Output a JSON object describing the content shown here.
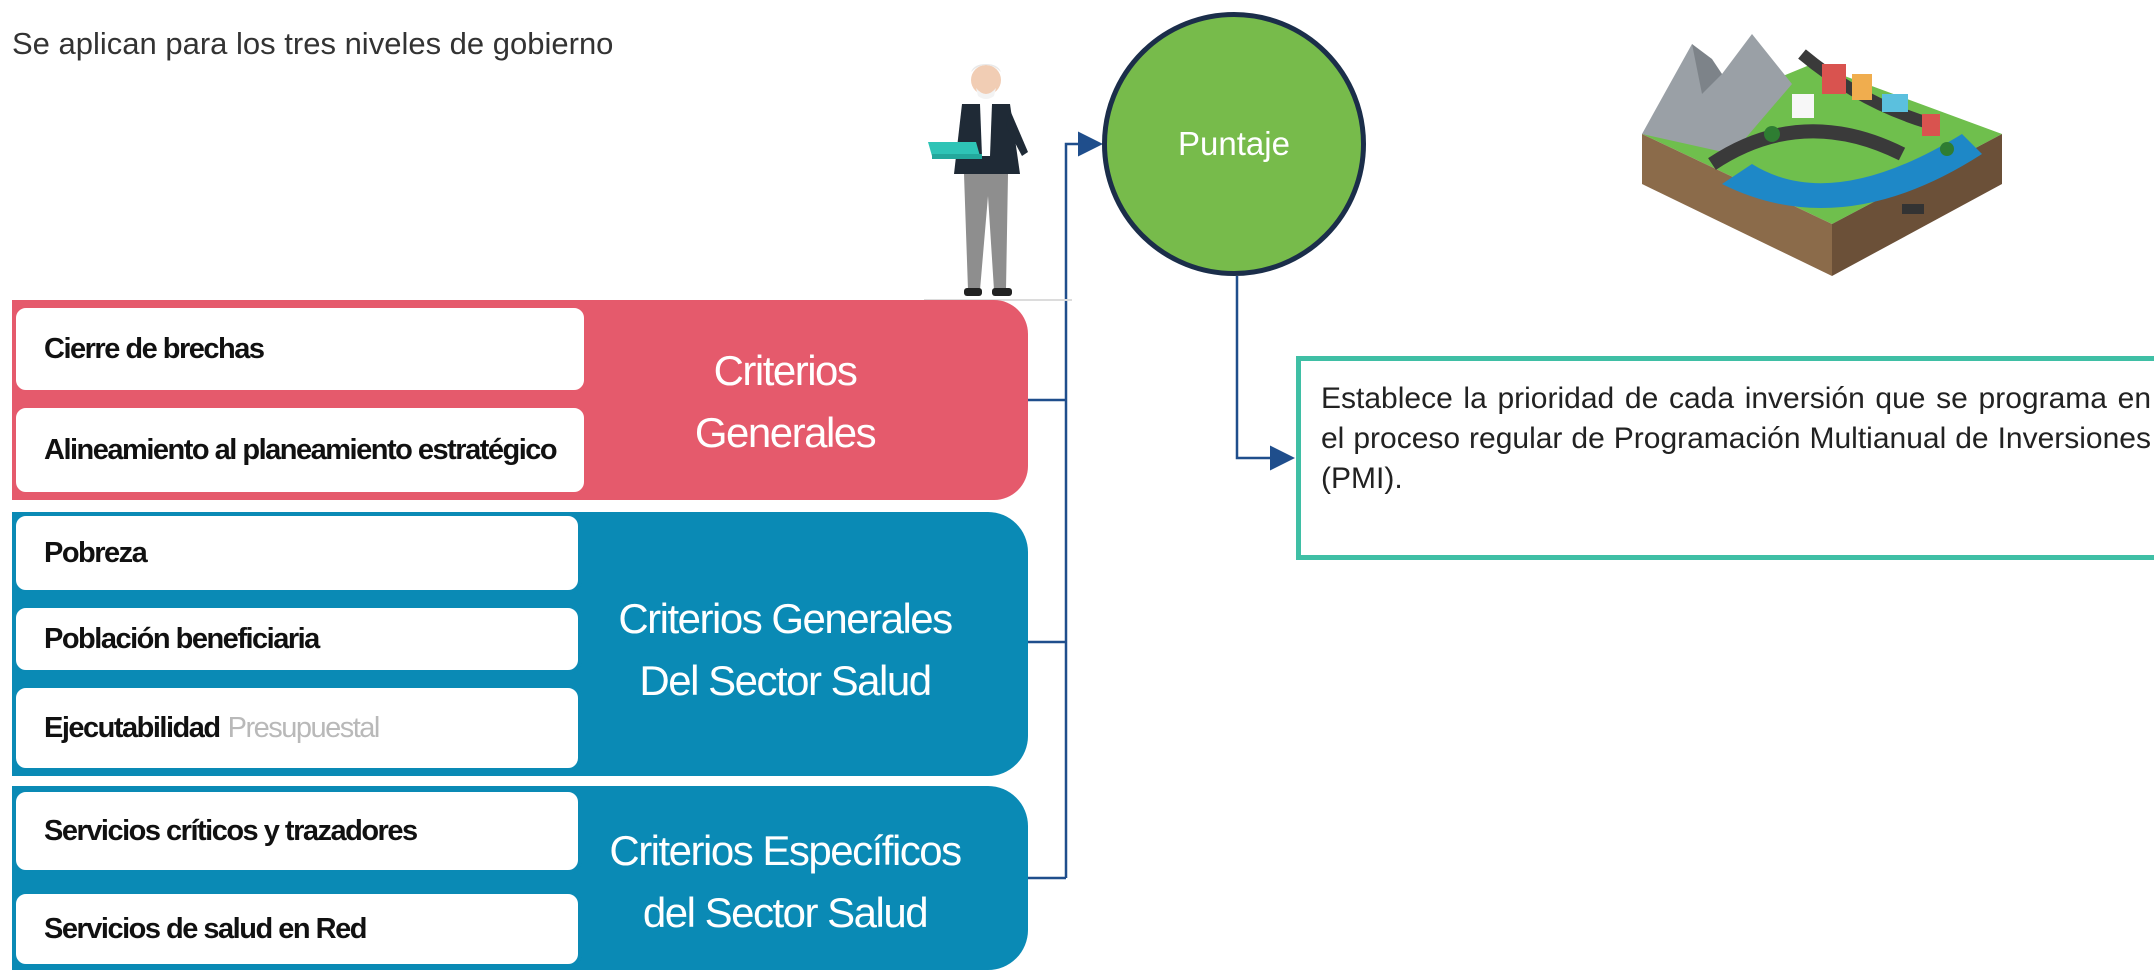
{
  "intro": "Se aplican para los tres niveles de gobierno",
  "groups": [
    {
      "title_line1": "Criterios",
      "title_line2": "Generales",
      "color": "#e55a6c",
      "items": [
        "Cierre de brechas",
        "Alineamiento al planeamiento estratégico"
      ]
    },
    {
      "title_line1": "Criterios Generales",
      "title_line2": "Del Sector Salud",
      "color": "#0a8ab5",
      "items": [
        "Pobreza",
        "Población beneficiaria",
        "Ejecutabilidad"
      ],
      "item3_suffix": "Presupuestal"
    },
    {
      "title_line1": "Criterios Específicos",
      "title_line2": "del Sector Salud",
      "color": "#0a8ab5",
      "items": [
        "Servicios críticos y trazadores",
        "Servicios de salud en Red"
      ]
    }
  ],
  "score": {
    "label": "Puntaje",
    "fill": "#77bb4b",
    "border": "#1b2e4a"
  },
  "description": "Establece la prioridad de cada inversión que se programa en el proceso regular de Programación Multianual de Inversiones (PMI).",
  "icons": [
    "person-with-laptop-illustration",
    "city-island-illustration"
  ]
}
